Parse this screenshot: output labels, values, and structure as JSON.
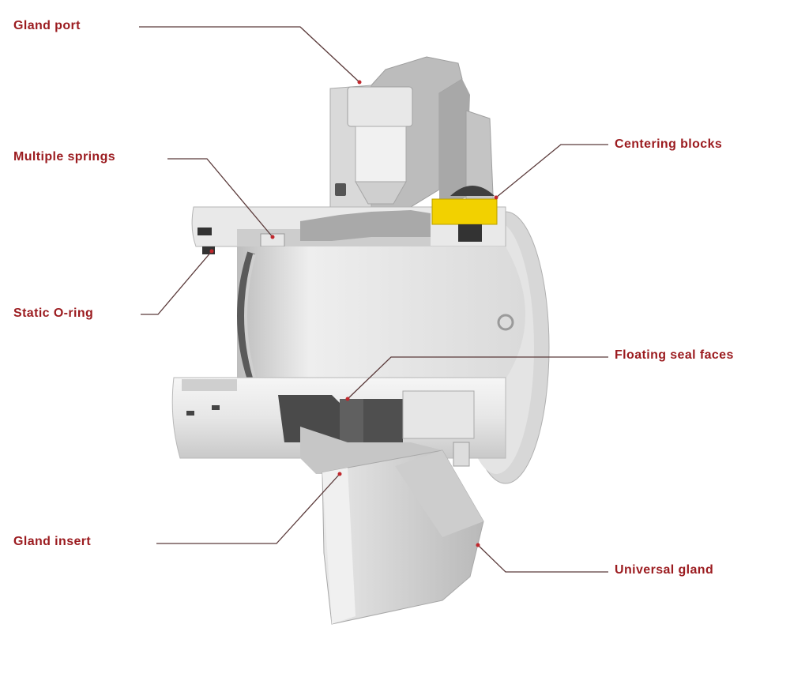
{
  "callouts": {
    "gland_port": {
      "title": "Gland port",
      "lines": [
        "",
        ""
      ]
    },
    "multiple_springs": {
      "title": "Multiple springs",
      "lines": [
        "",
        ""
      ]
    },
    "static_oring": {
      "title": "Static O-ring",
      "lines": [
        ""
      ]
    },
    "gland_insert": {
      "title": "Gland insert",
      "lines": [
        "",
        ""
      ]
    },
    "centering_blocks": {
      "title": "Centering blocks",
      "lines": [
        "",
        ""
      ]
    },
    "floating_faces": {
      "title": "Floating seal faces",
      "lines": [
        "",
        ""
      ]
    },
    "universal_gland": {
      "title": "Universal gland",
      "lines": [
        "",
        ""
      ]
    }
  },
  "colors": {
    "title": "#9b1b1f",
    "leader": "#5a3a3a",
    "body_light": "#e9e9e9",
    "body_mid": "#cfcfcf",
    "body_dark": "#9c9c9c",
    "seal_face": "#4a4a4a",
    "centering_block": "#f2d100"
  }
}
